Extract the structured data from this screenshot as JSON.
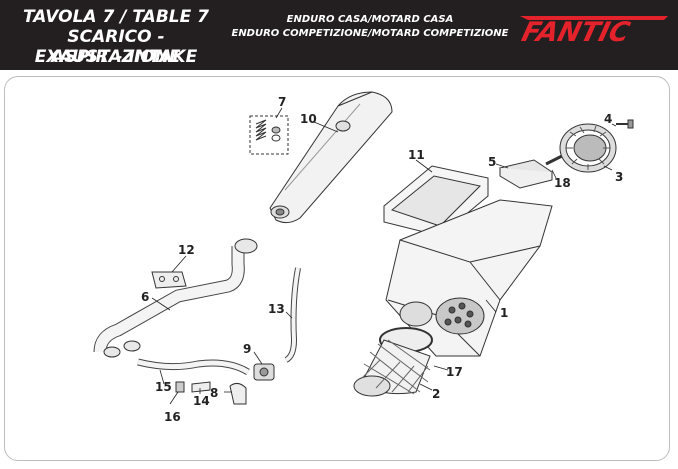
{
  "header": {
    "title_line1": "TAVOLA 7  /  TABLE 7",
    "title_line2": "SCARICO - ASPIRAZIONE",
    "title_line3": "EXAUST - INTAKE",
    "models_line1": "ENDURO CASA/MOTARD CASA",
    "models_line2": "ENDURO COMPETIZIONE/MOTARD COMPETIZIONE",
    "brand": "FANTIC",
    "brand_color": "#e3222b",
    "background_color": "#231f20"
  },
  "parts": [
    {
      "number": "1"
    },
    {
      "number": "2"
    },
    {
      "number": "3"
    },
    {
      "number": "4"
    },
    {
      "number": "5"
    },
    {
      "number": "6"
    },
    {
      "number": "7"
    },
    {
      "number": "8"
    },
    {
      "number": "9"
    },
    {
      "number": "10"
    },
    {
      "number": "11"
    },
    {
      "number": "12"
    },
    {
      "number": "13"
    },
    {
      "number": "14"
    },
    {
      "number": "15"
    },
    {
      "number": "16"
    },
    {
      "number": "17"
    },
    {
      "number": "18"
    }
  ]
}
